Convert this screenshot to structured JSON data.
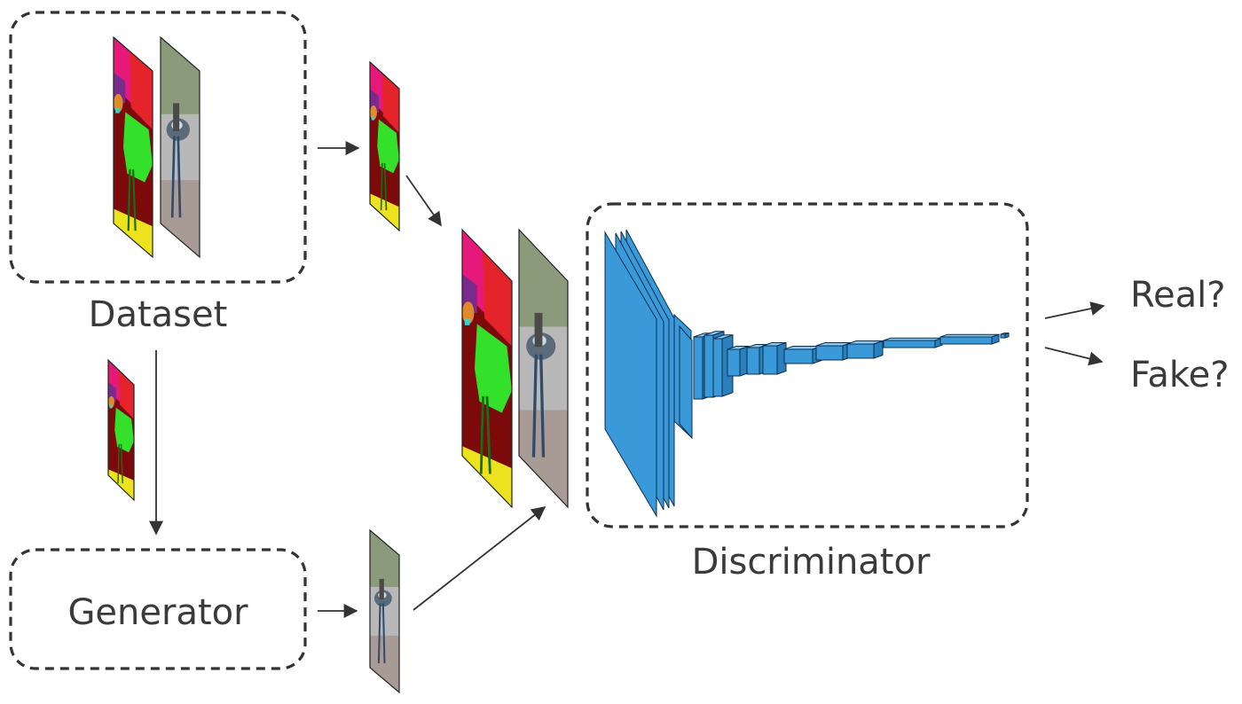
{
  "labels": {
    "dataset": "Dataset",
    "generator": "Generator",
    "discriminator": "Discriminator",
    "real": "Real?",
    "fake": "Fake?"
  },
  "colors": {
    "box_stroke": "#333333",
    "arrow": "#333333",
    "text": "#3a3a3a",
    "layer_fill": "#3a9ad9",
    "layer_top": "#8cc9f2",
    "layer_side": "#2a7fbe",
    "seg_red": "#e5232b",
    "seg_magenta": "#e6197a",
    "seg_purple": "#7a2a8a",
    "seg_green": "#33e02a",
    "seg_darkred": "#7c0a0a",
    "seg_yellow": "#ece21e",
    "seg_cyan": "#35d3d0",
    "seg_orange": "#e08a2a",
    "photo_base": "#9aa39a"
  },
  "icons": {
    "segmentation_map": "segmentation-map-icon",
    "photo": "street-photo-icon",
    "layer": "conv-layer-block-icon"
  }
}
